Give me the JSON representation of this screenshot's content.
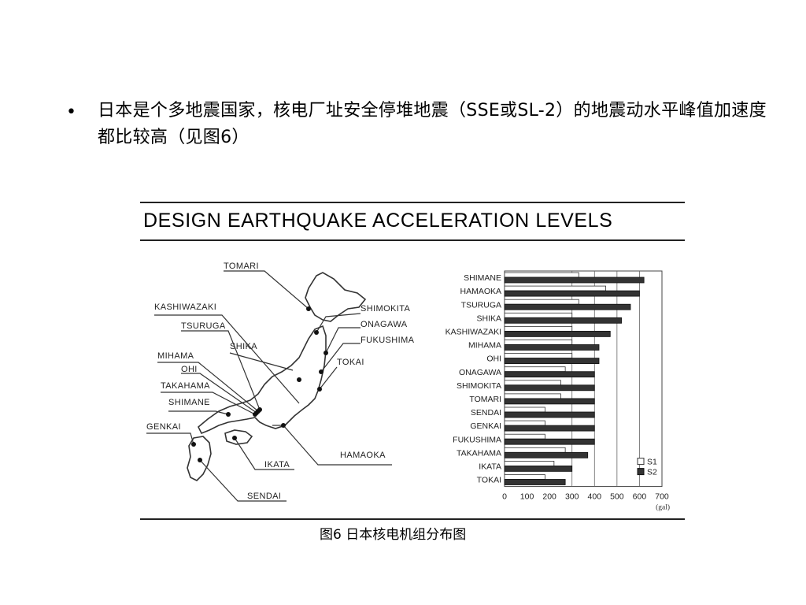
{
  "bullet": {
    "symbol": "•",
    "text": "日本是个多地震国家，核电厂址安全停堆地震（SSE或SL-2）的地震动水平峰值加速度都比较高（见图6）"
  },
  "figure": {
    "title": "DESIGN EARTHQUAKE ACCELERATION LEVELS",
    "caption": "图6  日本核电机组分布图",
    "map_labels": {
      "tomari": "TOMARI",
      "kashiwazaki": "KASHIWAZAKI",
      "tsuruga": "TSURUGA",
      "shika": "SHIKA",
      "mihama": "MIHAMA",
      "ohi": "OHI",
      "takahama": "TAKAHAMA",
      "shimane": "SHIMANE",
      "genkai": "GENKAI",
      "shimokita": "SHIMOKITA",
      "onagawa": "ONAGAWA",
      "fukushima": "FUKUSHIMA",
      "tokai": "TOKAI",
      "hamaoka": "HAMAOKA",
      "ikata": "IKATA",
      "sendai": "SENDAI"
    }
  },
  "chart_data": {
    "type": "bar",
    "orientation": "horizontal",
    "categories": [
      "SHIMANE",
      "HAMAOKA",
      "TSURUGA",
      "SHIKA",
      "KASHIWAZAKI",
      "MIHAMA",
      "OHI",
      "ONAGAWA",
      "SHIMOKITA",
      "TOMARI",
      "SENDAI",
      "GENKAI",
      "FUKUSHIMA",
      "TAKAHAMA",
      "IKATA",
      "TOKAI"
    ],
    "series": [
      {
        "name": "S1",
        "values": [
          330,
          450,
          330,
          300,
          300,
          300,
          300,
          270,
          250,
          250,
          180,
          180,
          180,
          270,
          220,
          180
        ]
      },
      {
        "name": "S2",
        "values": [
          620,
          600,
          560,
          520,
          470,
          420,
          420,
          400,
          400,
          400,
          400,
          400,
          400,
          370,
          300,
          270
        ]
      }
    ],
    "xticks": [
      "0",
      "100",
      "200",
      "300",
      "400",
      "500",
      "600",
      "700"
    ],
    "xunit": "(gal)",
    "xlim": [
      0,
      700
    ],
    "grid": true,
    "legend_position": "bottom-right",
    "colors": {
      "S1": "#ffffff",
      "S2": "#333333"
    }
  }
}
